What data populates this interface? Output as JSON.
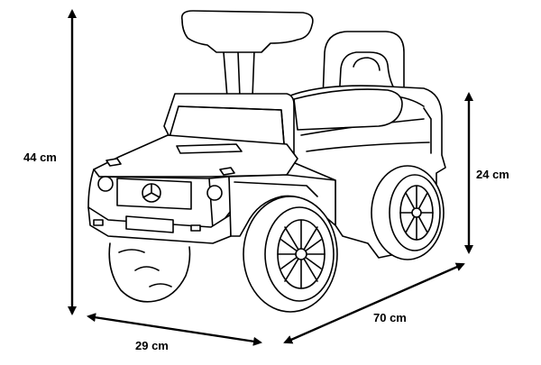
{
  "diagram": {
    "subject": "ride-on toy car line drawing with dimension arrows",
    "line_color": "#000000",
    "arrow_color": "#000000",
    "background": "#ffffff"
  },
  "dimensions": {
    "height_total": "44 cm",
    "height_seat": "24 cm",
    "length": "70 cm",
    "width": "29 cm"
  }
}
